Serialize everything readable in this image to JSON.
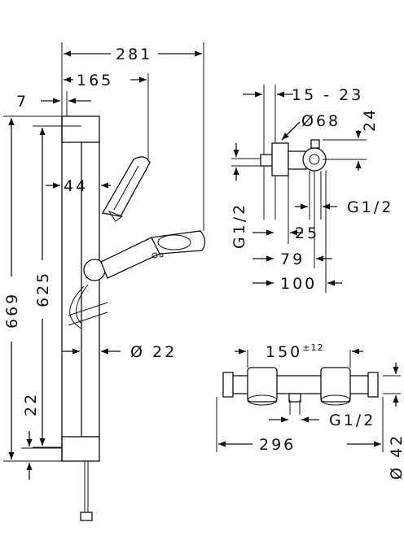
{
  "colors": {
    "ink": "#111111",
    "paper": "#ffffff"
  },
  "shower_set": {
    "rail_width": "281",
    "handshower_offset": "165",
    "wall_clearance": "7",
    "bracket_offset": "44",
    "total_height": "669",
    "rail_height": "625",
    "rail_diameter": "Ø 22",
    "bottom_offset": "22"
  },
  "connection_side_view": {
    "adjustment_range": "15 - 23",
    "flange_diameter": "Ø68",
    "height_offset": "24",
    "thread_left": "G1/2",
    "thread_right": "G1/2",
    "depth_25": "25",
    "depth_79": "79",
    "depth_100": "100"
  },
  "thermostat": {
    "center_distance": "150",
    "center_tolerance": "±12",
    "outlet_thread": "G1/2",
    "body_length": "296",
    "body_diameter": "Ø 42"
  }
}
